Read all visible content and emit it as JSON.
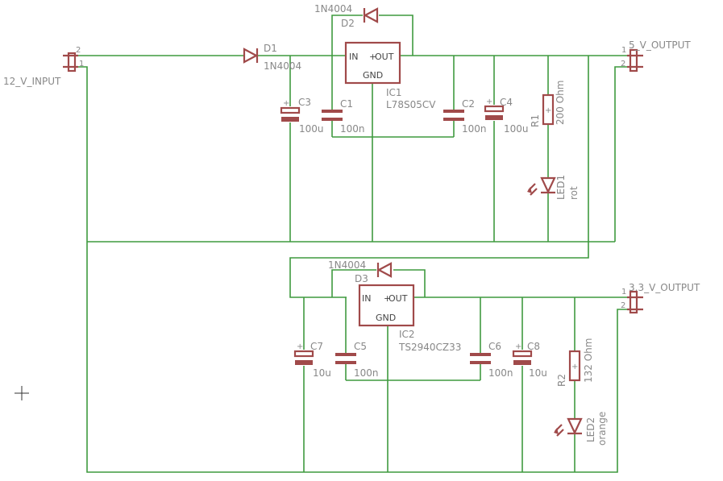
{
  "connectors": {
    "input": {
      "name": "12_V_INPUT",
      "pin_top": "2",
      "pin_bottom": "1"
    },
    "output5": {
      "name": "5_V_OUTPUT",
      "pin_top": "1",
      "pin_bottom": "2"
    },
    "output33": {
      "name": "3.3_V_OUTPUT",
      "pin_top": "1",
      "pin_bottom": "2"
    }
  },
  "diodes": {
    "d1": {
      "name": "D1",
      "value": "1N4004"
    },
    "d2": {
      "name": "D2",
      "value": "1N4004"
    },
    "d3": {
      "name": "D3",
      "value": "1N4004"
    }
  },
  "ics": {
    "ic1": {
      "name": "IC1",
      "value": "L78S05CV",
      "pin_in": "IN",
      "pin_out": "OUT",
      "pin_gnd": "GND"
    },
    "ic2": {
      "name": "IC2",
      "value": "TS2940CZ33",
      "pin_in": "IN",
      "pin_out": "OUT",
      "pin_gnd": "GND"
    }
  },
  "capacitors": {
    "c1": {
      "name": "C1",
      "value": "100n"
    },
    "c2": {
      "name": "C2",
      "value": "100n"
    },
    "c3": {
      "name": "C3",
      "value": "100u"
    },
    "c4": {
      "name": "C4",
      "value": "100u"
    },
    "c5": {
      "name": "C5",
      "value": "100n"
    },
    "c6": {
      "name": "C6",
      "value": "100n"
    },
    "c7": {
      "name": "C7",
      "value": "10u"
    },
    "c8": {
      "name": "C8",
      "value": "10u"
    }
  },
  "resistors": {
    "r1": {
      "name": "R1",
      "value": "200 Ohm"
    },
    "r2": {
      "name": "R2",
      "value": "132 Ohm"
    }
  },
  "leds": {
    "led1": {
      "name": "LED1",
      "value": "rot"
    },
    "led2": {
      "name": "LED2",
      "value": "orange"
    }
  },
  "polarity_mark": "+",
  "cursor": "crosshair-icon",
  "colors": {
    "wire": "#3f9a3f",
    "part": "#a04a4a",
    "label": "#888888",
    "background": "#ffffff"
  }
}
